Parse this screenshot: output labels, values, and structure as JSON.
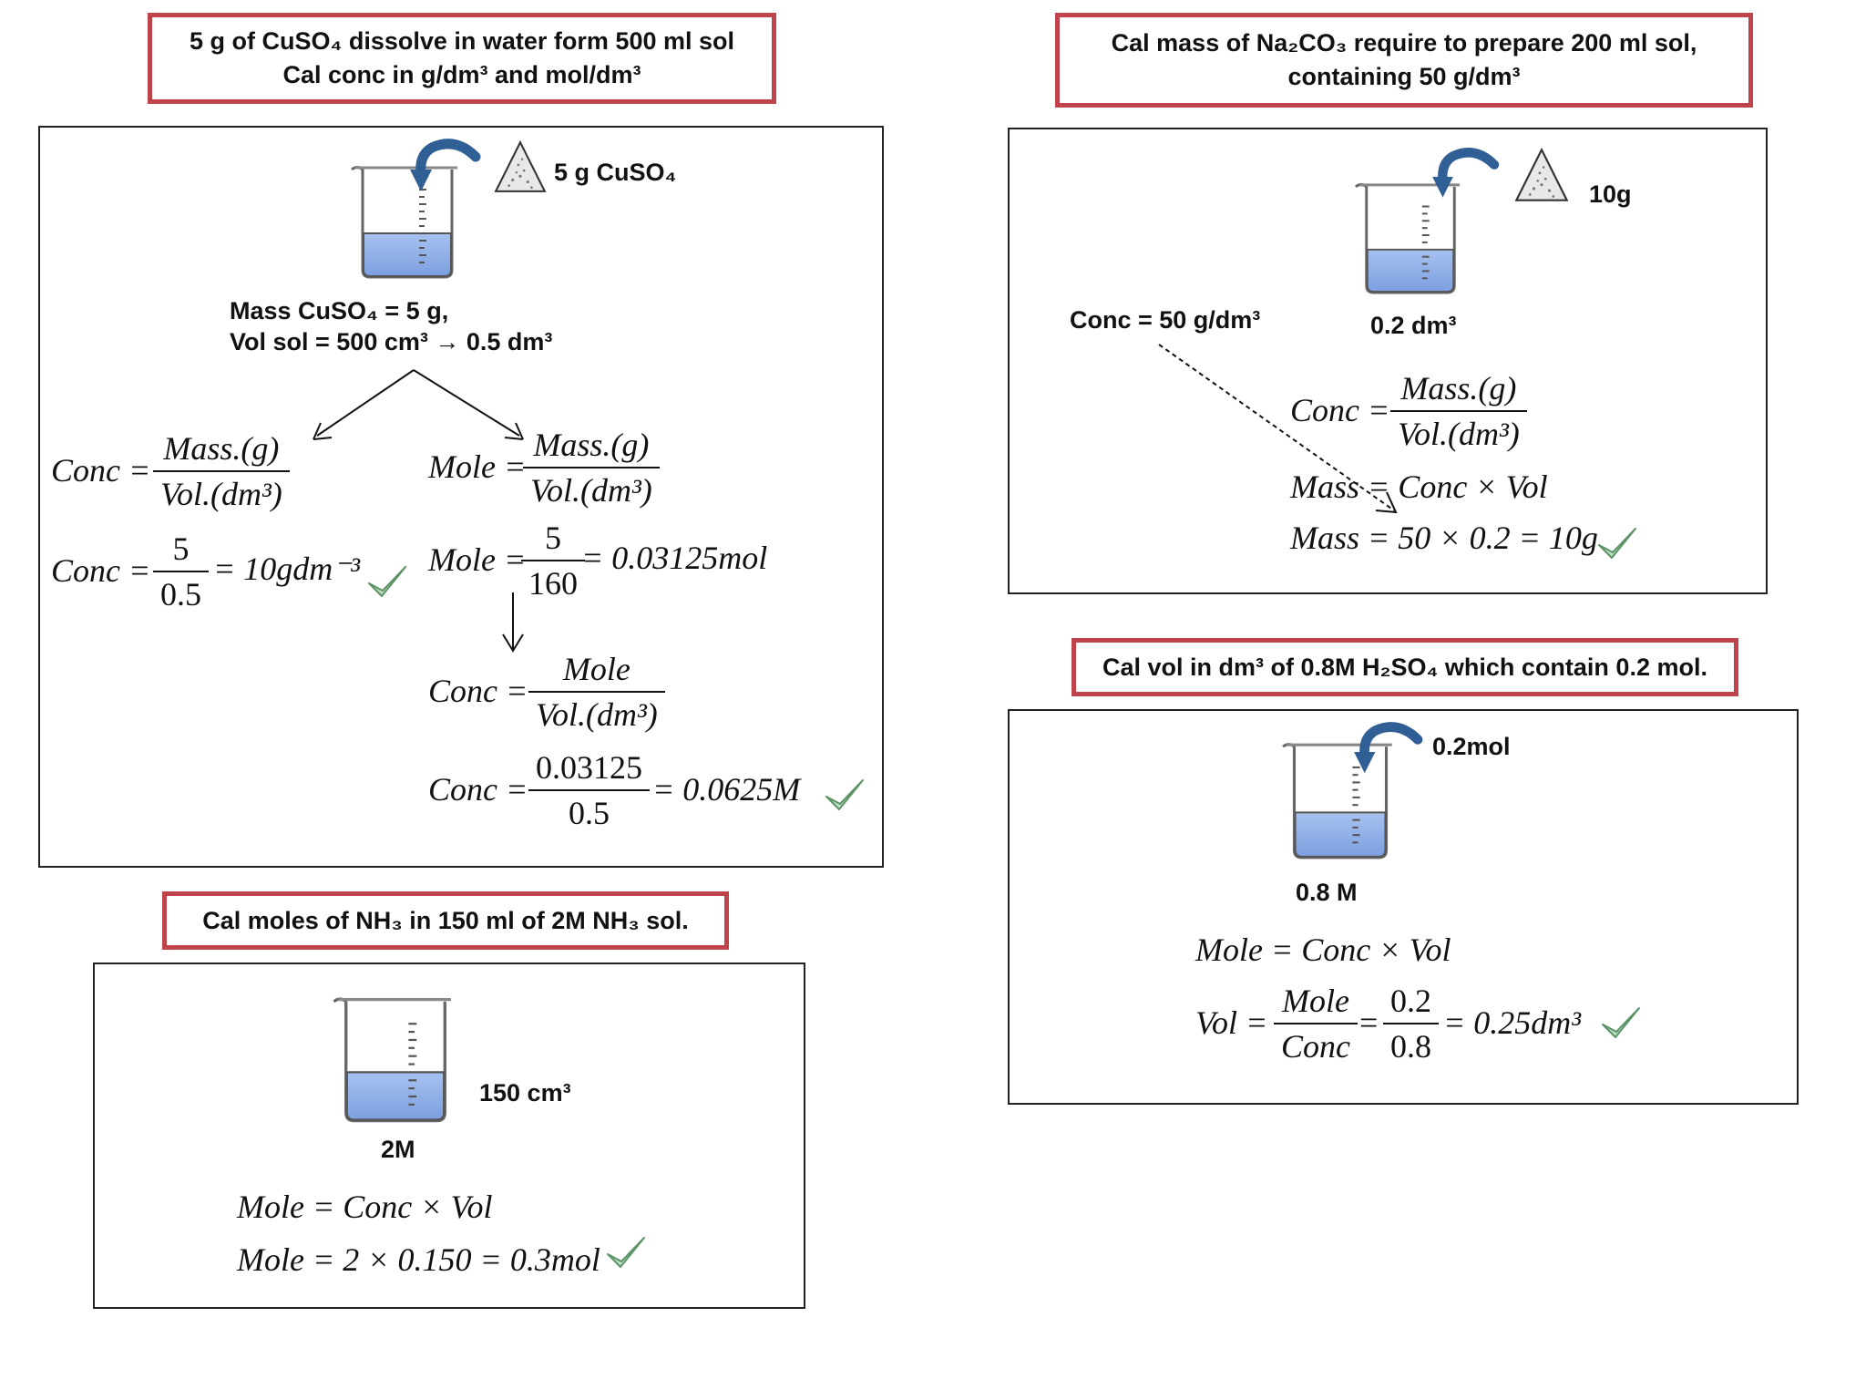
{
  "q1": {
    "title_line1": "5 g of CuSO₄ dissolve in water form 500 ml sol",
    "title_line2": "Cal conc in g/dm³ and mol/dm³",
    "solid_label": "5 g CuSO₄",
    "given_line1": "Mass CuSO₄ = 5 g,",
    "given_line2": "Vol sol = 500 cm³ → 0.5 dm³",
    "left_eq1_lhs": "Conc =",
    "left_eq1_num": "Mass.(g)",
    "left_eq1_den": "Vol.(dm³)",
    "left_eq2_lhs": "Conc =",
    "left_eq2_num": "5",
    "left_eq2_den": "0.5",
    "left_eq2_rhs": "= 10gdm⁻³",
    "right_eq1_lhs": "Mole =",
    "right_eq1_num": "Mass.(g)",
    "right_eq1_den": "Vol.(dm³)",
    "right_eq2_lhs": "Mole =",
    "right_eq2_num": "5",
    "right_eq2_den": "160",
    "right_eq2_rhs": "= 0.03125mol",
    "right_eq3_lhs": "Conc =",
    "right_eq3_num": "Mole",
    "right_eq3_den": "Vol.(dm³)",
    "right_eq4_lhs": "Conc =",
    "right_eq4_num": "0.03125",
    "right_eq4_den": "0.5",
    "right_eq4_rhs": "= 0.0625M"
  },
  "q2": {
    "title_line1": "Cal mass of Na₂CO₃ require to prepare 200 ml sol,",
    "title_line2": "containing 50 g/dm³",
    "solid_label": "10g",
    "conc_label": "Conc = 50 g/dm³",
    "vol_label": "0.2 dm³",
    "eq1_lhs": "Conc =",
    "eq1_num": "Mass.(g)",
    "eq1_den": "Vol.(dm³)",
    "eq2": "Mass = Conc × Vol",
    "eq3": "Mass = 50 × 0.2 = 10g"
  },
  "q3": {
    "title": "Cal moles of NH₃ in 150 ml of 2M NH₃ sol.",
    "vol_label": "150 cm³",
    "conc_label": "2M",
    "eq1": "Mole = Conc × Vol",
    "eq2": "Mole = 2 × 0.150 = 0.3mol"
  },
  "q4": {
    "title": "Cal vol in dm³ of 0.8M H₂SO₄ which contain 0.2 mol.",
    "mol_label": "0.2mol",
    "conc_label": "0.8 M",
    "eq1": "Mole = Conc × Vol",
    "eq2_lhs": "Vol =",
    "eq2_num1": "Mole",
    "eq2_den1": "Conc",
    "eq2_num2": "0.2",
    "eq2_den2": "0.8",
    "eq2_rhs": "= 0.25dm³"
  },
  "colors": {
    "title_border": "#c0424a",
    "liquid": "#8fb0e8",
    "arrow": "#2f5f95",
    "check": "#6fa878"
  }
}
